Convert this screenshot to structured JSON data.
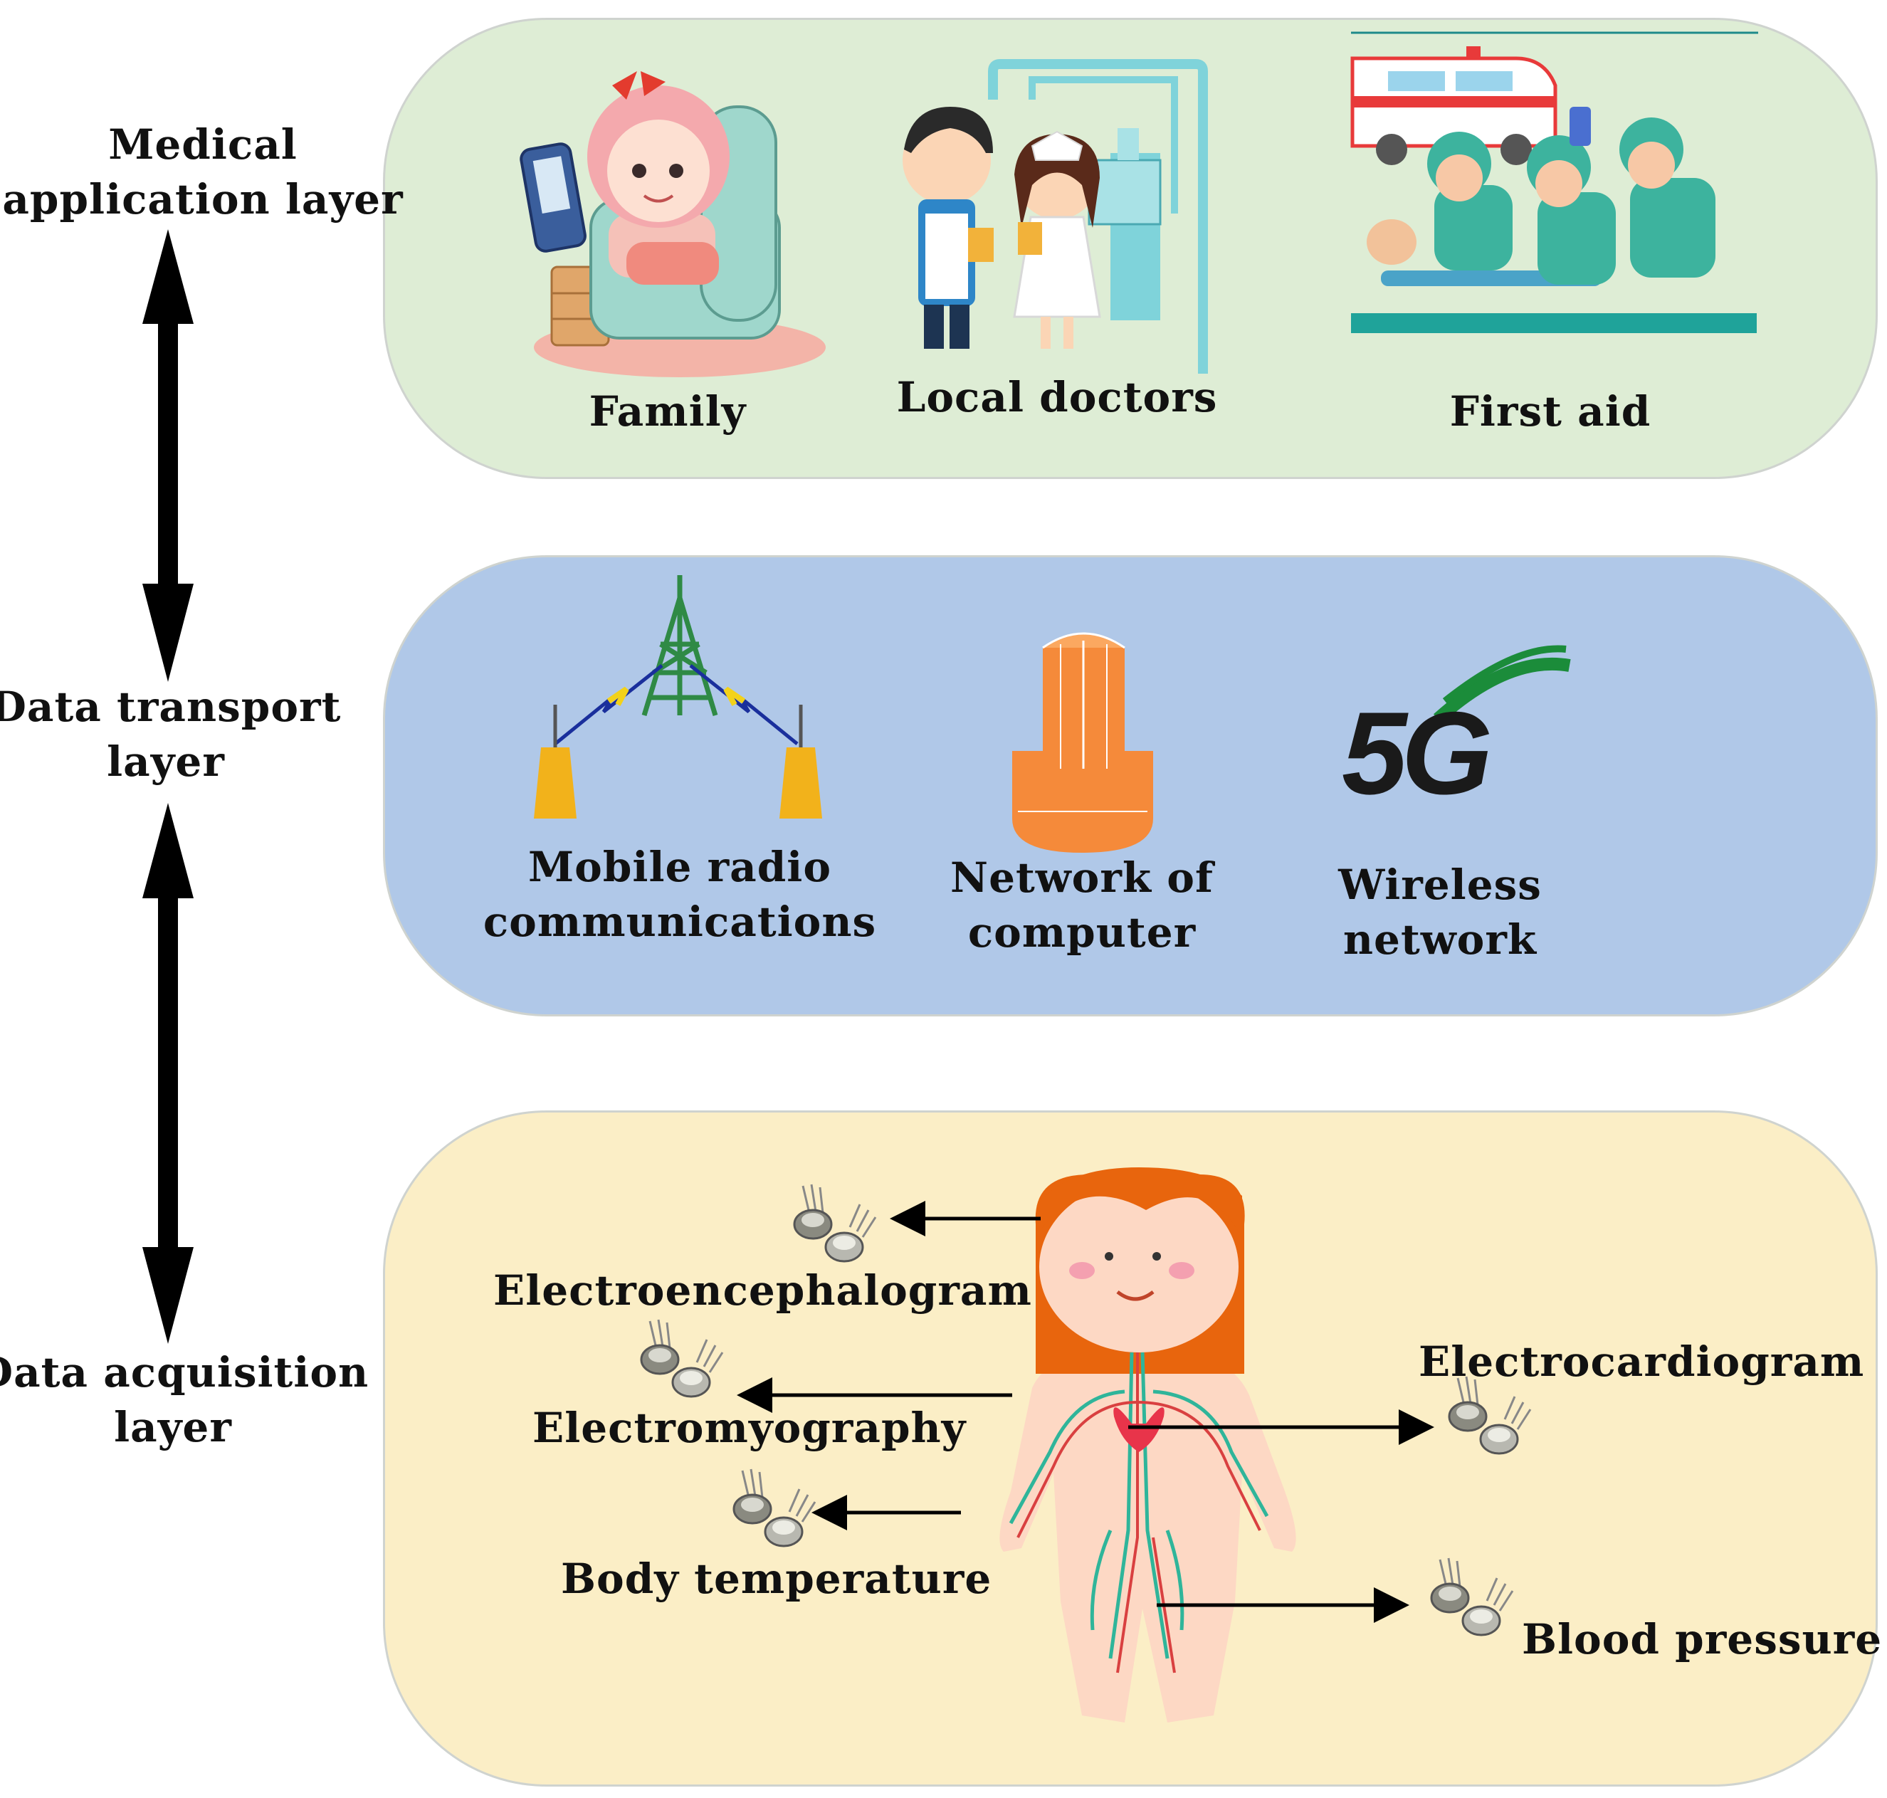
{
  "left_labels": {
    "medical": "Medical\napplication layer",
    "transport": "Data transport\nlayer",
    "acquisition": "Data acquisition\nlayer"
  },
  "application_layer": {
    "color": "#deedd5",
    "items": [
      "Family",
      "Local doctors",
      "First aid"
    ]
  },
  "transport_layer": {
    "color": "#b0c8e8",
    "items": [
      "Mobile radio\ncommunications",
      "Network of\ncomputer",
      "Wireless\nnetwork"
    ],
    "badge_5g": "5G"
  },
  "acquisition_layer": {
    "color": "#fbeec6",
    "sensors": [
      "Electroencephalogram",
      "Electromyography",
      "Body temperature",
      "Electrocardiogram",
      "Blood pressure"
    ]
  }
}
